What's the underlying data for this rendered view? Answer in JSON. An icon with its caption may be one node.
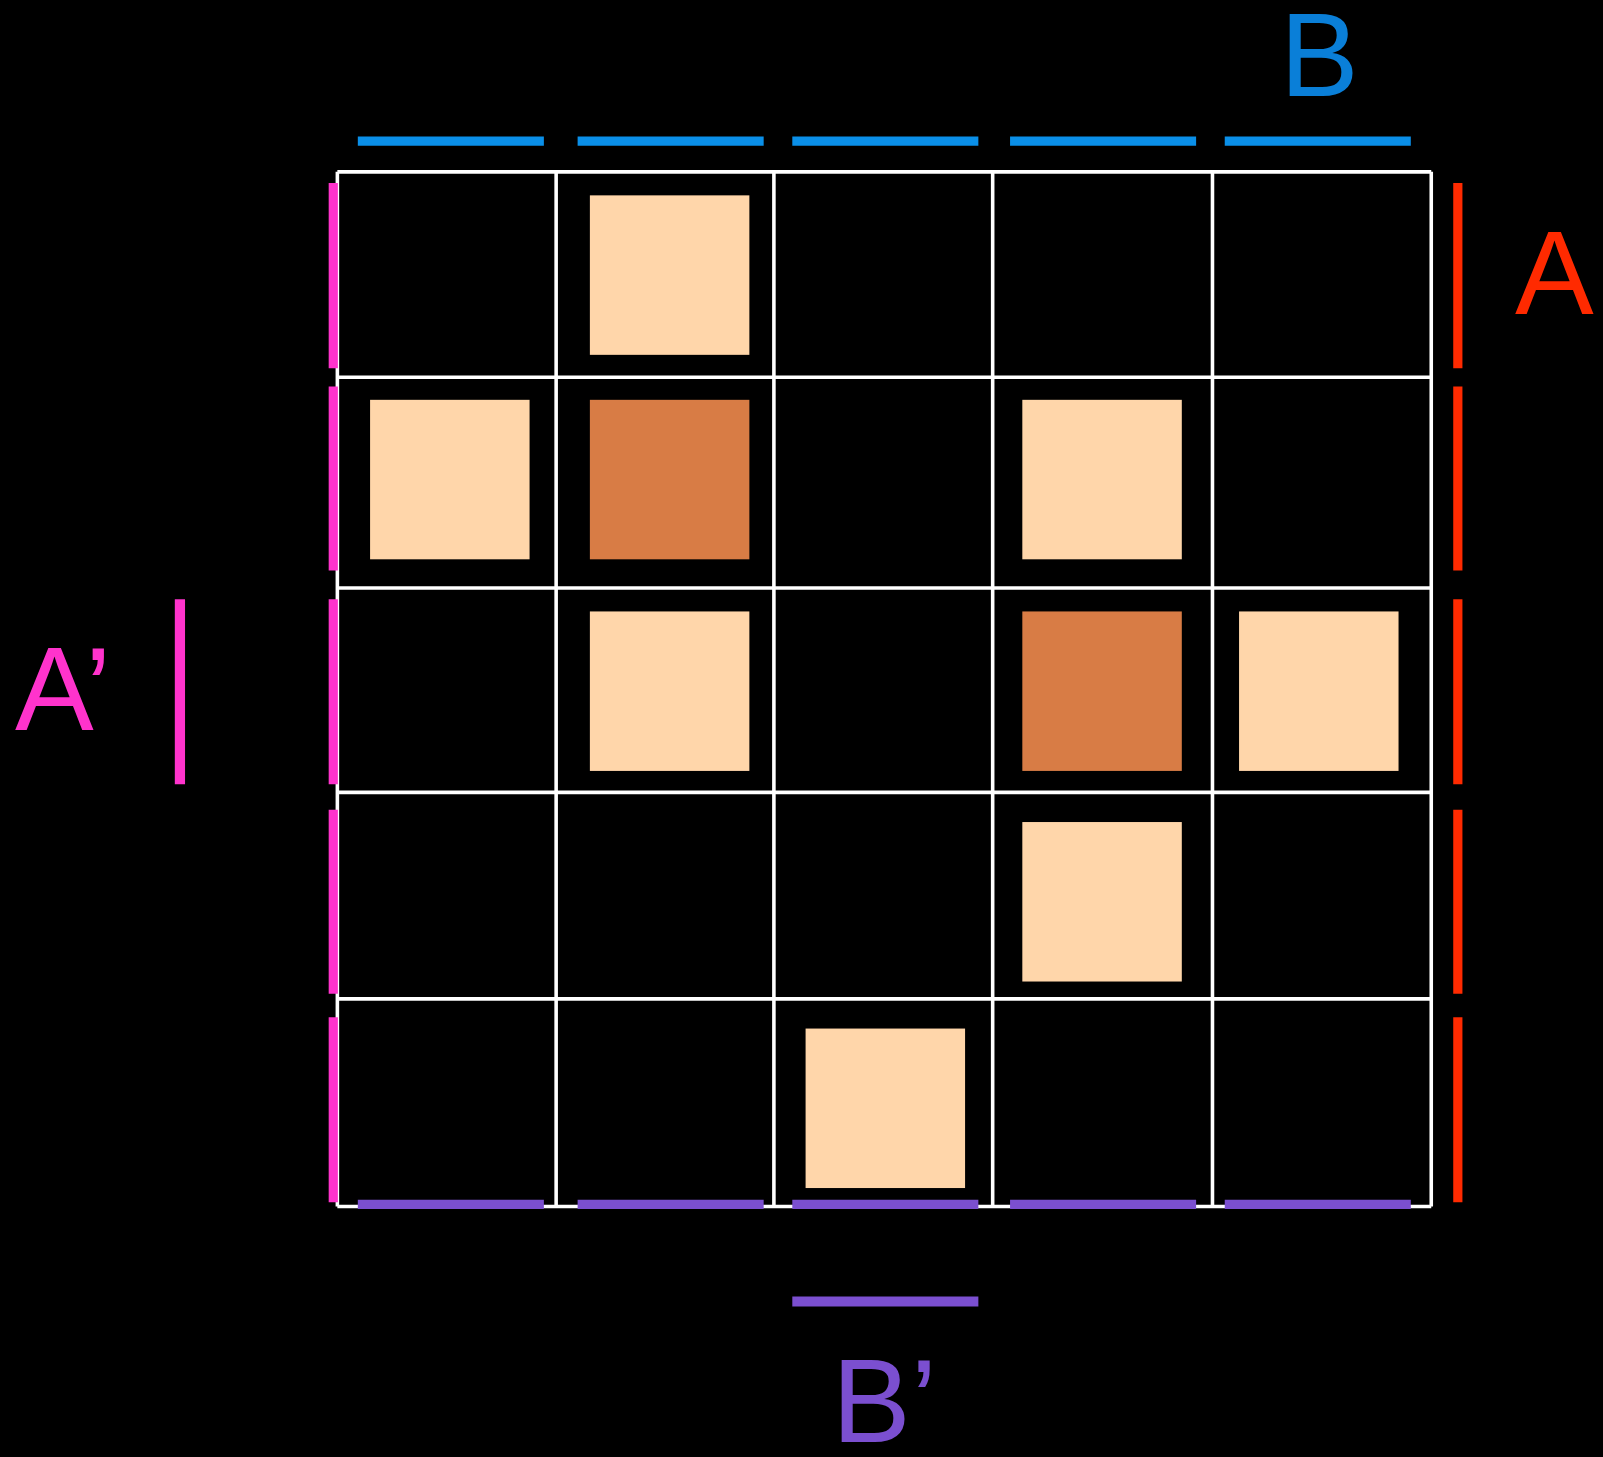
{
  "diagram": {
    "labels": [
      "B",
      "A",
      "A’",
      "B’"
    ]
  }
}
